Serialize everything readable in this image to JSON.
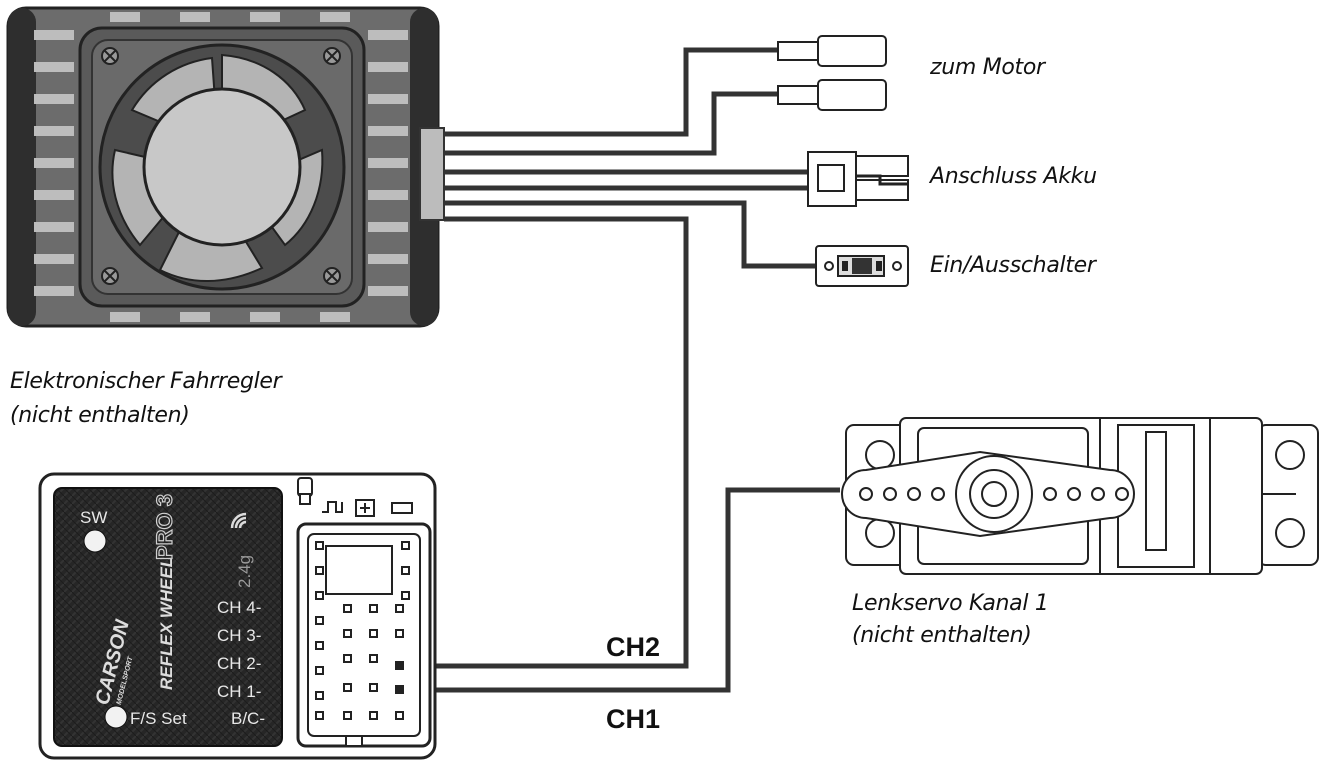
{
  "labels": {
    "motor": "zum Motor",
    "battery": "Anschluss Akku",
    "switch": "Ein/Ausschalter",
    "esc_line1": "Elektronischer Fahrregler",
    "esc_line2": "(nicht enthalten)",
    "servo_line1": "Lenkservo Kanal 1",
    "servo_line2": "(nicht enthalten)",
    "ch2": "CH2",
    "ch1": "CH1"
  },
  "receiver": {
    "sw": "SW",
    "fs_set": "F/S Set",
    "channels": [
      "CH 4-",
      "CH 3-",
      "CH 2-",
      "CH 1-",
      "B/C-"
    ],
    "brand": "CARSON",
    "brand_sub": "MODELSPORT",
    "model": "REFLEX WHEEL",
    "model_suffix": "PRO 3",
    "freq": "2.4g"
  },
  "colors": {
    "wire": "#333333",
    "esc_body": "#6f6f6f",
    "esc_dark": "#3a3a3a",
    "receiver_panel": "#2b2b2b"
  }
}
